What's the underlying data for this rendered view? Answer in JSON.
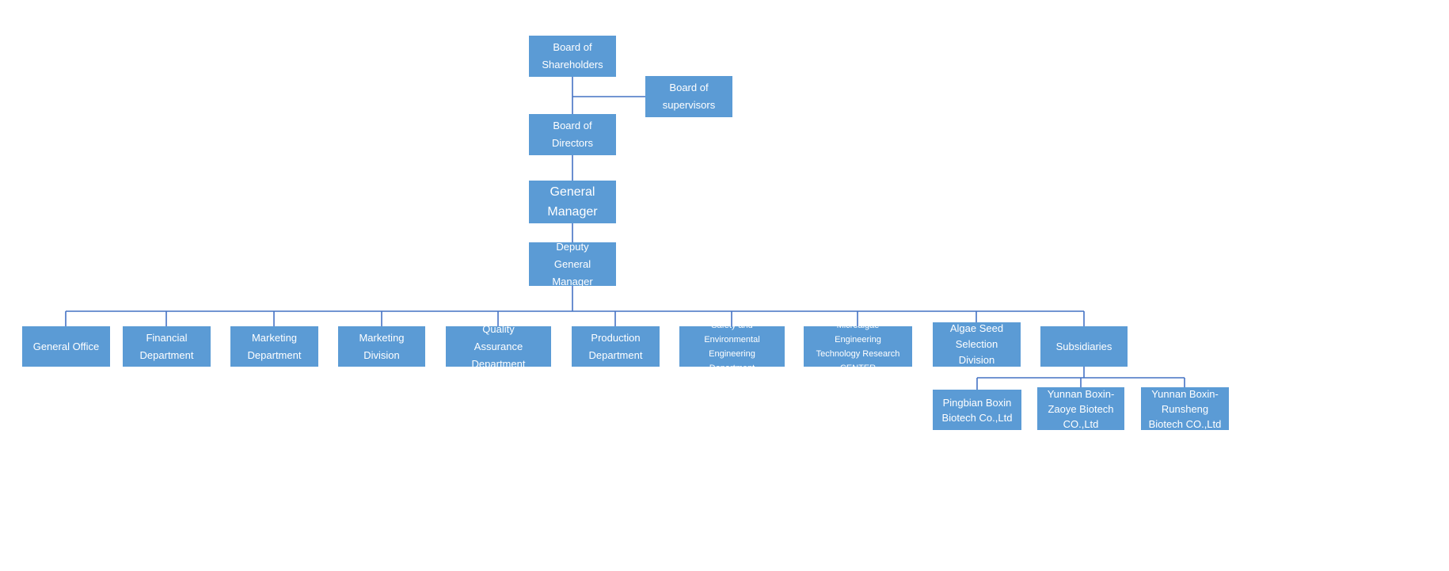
{
  "colors": {
    "box": "#5B9BD5",
    "line": "#4472C4",
    "text": "#FFFFFF",
    "background": "#FFFFFF"
  },
  "diagram": {
    "type": "org-chart",
    "nodes": [
      {
        "id": "board-of-shareholders",
        "label": "Board of\nShareholders"
      },
      {
        "id": "board-of-supervisors",
        "label": "Board of\nsupervisors"
      },
      {
        "id": "board-of-directors",
        "label": "Board of\nDirectors"
      },
      {
        "id": "general-manager",
        "label": "General\nManager"
      },
      {
        "id": "deputy-general-manager",
        "label": "Deputy\nGeneral\nManager"
      },
      {
        "id": "general-office",
        "label": "General Office"
      },
      {
        "id": "financial-department",
        "label": "Financial\nDepartment"
      },
      {
        "id": "marketing-department",
        "label": "Marketing\nDepartment"
      },
      {
        "id": "marketing-division",
        "label": "Marketing\nDivision"
      },
      {
        "id": "quality-assurance-department",
        "label": "Quality\nAssurance\nDepartment"
      },
      {
        "id": "production-department",
        "label": "Production\nDepartment"
      },
      {
        "id": "safety-and-environmental-engineering-department",
        "label": "Safety and\nEnvironmental\nEngineering\nDepartment"
      },
      {
        "id": "microalgae-engineering-technology-research-center",
        "label": "Microalgae\nEngineering\nTechnology Research\nCENTER"
      },
      {
        "id": "algae-seed-selection-division",
        "label": "Algae Seed\nSelection\nDivision"
      },
      {
        "id": "subsidiaries",
        "label": "Subsidiaries"
      },
      {
        "id": "pingbian-boxin-biotech",
        "label": "Pingbian Boxin\nBiotech Co.,Ltd"
      },
      {
        "id": "yunnan-boxin-zaoye-biotech",
        "label": "Yunnan Boxin-\nZaoye Biotech\nCO.,Ltd"
      },
      {
        "id": "yunnan-boxin-runsheng-biotech",
        "label": "Yunnan Boxin-\nRunsheng\nBiotech CO.,Ltd"
      }
    ]
  }
}
